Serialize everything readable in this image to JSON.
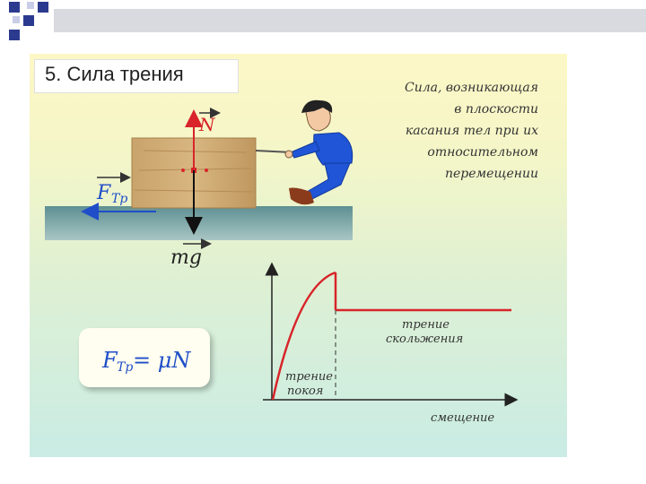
{
  "slide": {
    "title": "5. Сила трения",
    "definition_lines": [
      "Сила, возникающая",
      "в плоскости",
      "касания тел при их",
      "относительном",
      "перемещении"
    ]
  },
  "diagram": {
    "force_normal": "N",
    "force_friction": "F",
    "friction_subscript": "Тр",
    "force_gravity": "mg"
  },
  "formula": {
    "lhs": "F",
    "subscript": "Тр",
    "rhs": "= μN"
  },
  "chart_data": {
    "type": "line",
    "series_labels": [
      "трение покоя",
      "трение скольжения"
    ],
    "xlabel": "смещение",
    "label_static_line1": "трение",
    "label_static_line2": "покоя",
    "label_sliding_line1": "трение",
    "label_sliding_line2": "скольжения"
  },
  "colors": {
    "accent_red": "#d8242a",
    "accent_blue": "#1f4ec8",
    "decor_blue": "#2b3a8f",
    "floor": "#6f9a9e"
  }
}
